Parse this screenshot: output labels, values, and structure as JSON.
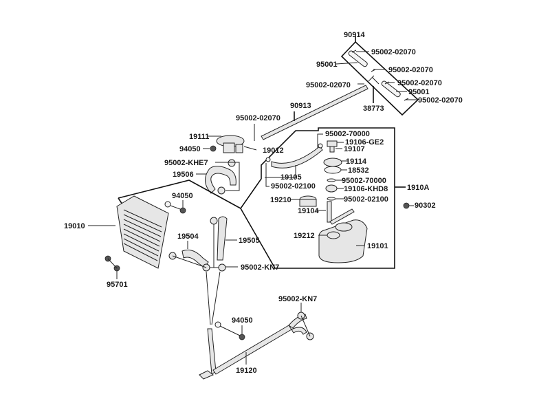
{
  "diagram": {
    "title": "Radiator / Cooling System Exploded Parts Diagram",
    "labels": [
      {
        "id": "l1",
        "text": "90914"
      },
      {
        "id": "l2",
        "text": "95002-02070"
      },
      {
        "id": "l3",
        "text": "95001"
      },
      {
        "id": "l4",
        "text": "95002-02070"
      },
      {
        "id": "l5",
        "text": "95002-02070"
      },
      {
        "id": "l6",
        "text": "95002-02070"
      },
      {
        "id": "l7",
        "text": "95001"
      },
      {
        "id": "l8",
        "text": "95002-02070"
      },
      {
        "id": "l9",
        "text": "38773"
      },
      {
        "id": "l10",
        "text": "90913"
      },
      {
        "id": "l11",
        "text": "95002-02070"
      },
      {
        "id": "l12",
        "text": "19111"
      },
      {
        "id": "l13",
        "text": "94050"
      },
      {
        "id": "l14",
        "text": "19012"
      },
      {
        "id": "l15",
        "text": "95002-KHE7"
      },
      {
        "id": "l16",
        "text": "19506"
      },
      {
        "id": "l17",
        "text": "19105"
      },
      {
        "id": "l18",
        "text": "95002-02100"
      },
      {
        "id": "l19",
        "text": "95002-70000"
      },
      {
        "id": "l20",
        "text": "19106-GE2"
      },
      {
        "id": "l21",
        "text": "19107"
      },
      {
        "id": "l22",
        "text": "19114"
      },
      {
        "id": "l23",
        "text": "18532"
      },
      {
        "id": "l24",
        "text": "95002-70000"
      },
      {
        "id": "l25",
        "text": "19106-KHD8"
      },
      {
        "id": "l26",
        "text": "1910A"
      },
      {
        "id": "l27",
        "text": "95002-02100"
      },
      {
        "id": "l28",
        "text": "19210"
      },
      {
        "id": "l29",
        "text": "90302"
      },
      {
        "id": "l30",
        "text": "19104"
      },
      {
        "id": "l31",
        "text": "19212"
      },
      {
        "id": "l32",
        "text": "19101"
      },
      {
        "id": "l33",
        "text": "94050"
      },
      {
        "id": "l34",
        "text": "19010"
      },
      {
        "id": "l35",
        "text": "19504"
      },
      {
        "id": "l36",
        "text": "19505"
      },
      {
        "id": "l37",
        "text": "95002-KN7"
      },
      {
        "id": "l38",
        "text": "95701"
      },
      {
        "id": "l39",
        "text": "95002-KN7"
      },
      {
        "id": "l40",
        "text": "94050"
      },
      {
        "id": "l41",
        "text": "19120"
      }
    ]
  }
}
